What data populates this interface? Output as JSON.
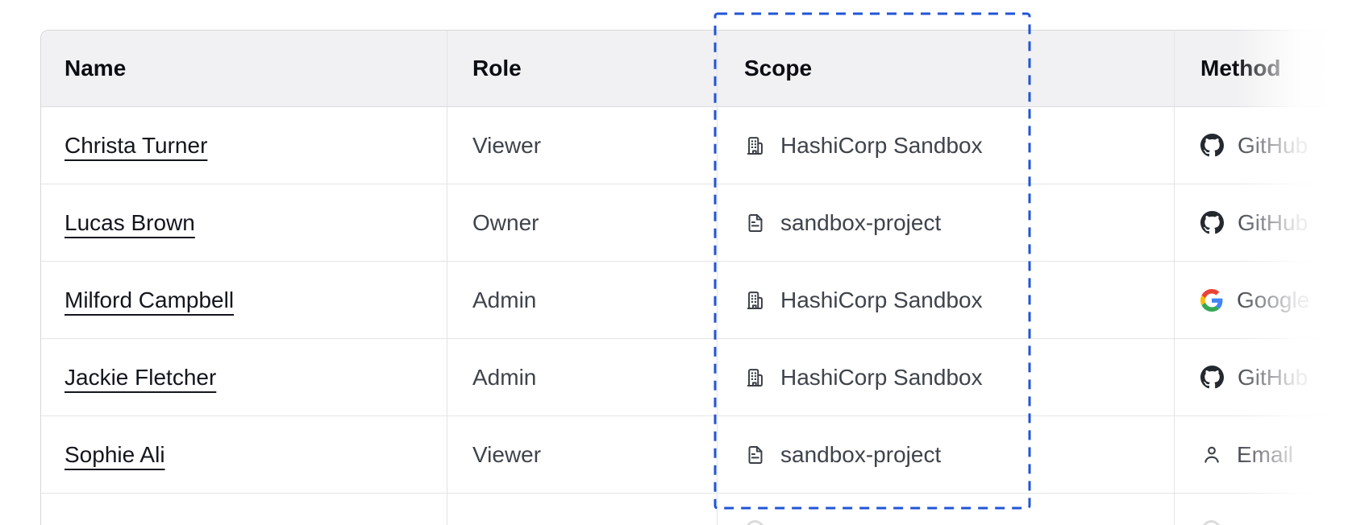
{
  "table": {
    "headers": [
      {
        "id": "name",
        "label": "Name"
      },
      {
        "id": "role",
        "label": "Role"
      },
      {
        "id": "scope",
        "label": "Scope"
      },
      {
        "id": "method",
        "label": "Method"
      }
    ],
    "rows": [
      {
        "name": "Christa Turner",
        "role": "Viewer",
        "scope": {
          "icon": "org-icon",
          "label": "HashiCorp Sandbox"
        },
        "method": {
          "icon": "github-icon",
          "label": "GitHub"
        }
      },
      {
        "name": "Lucas Brown",
        "role": "Owner",
        "scope": {
          "icon": "file-text-icon",
          "label": "sandbox-project"
        },
        "method": {
          "icon": "github-icon",
          "label": "GitHub"
        }
      },
      {
        "name": "Milford Campbell",
        "role": "Admin",
        "scope": {
          "icon": "org-icon",
          "label": "HashiCorp Sandbox"
        },
        "method": {
          "icon": "google-icon",
          "label": "Google"
        }
      },
      {
        "name": "Jackie Fletcher",
        "role": "Admin",
        "scope": {
          "icon": "org-icon",
          "label": "HashiCorp Sandbox"
        },
        "method": {
          "icon": "github-icon",
          "label": "GitHub"
        }
      },
      {
        "name": "Sophie Ali",
        "role": "Viewer",
        "scope": {
          "icon": "file-text-icon",
          "label": "sandbox-project"
        },
        "method": {
          "icon": "person-icon",
          "label": "Email"
        }
      }
    ]
  },
  "annotation": {
    "type": "dashed-highlight-box",
    "target": "scope-column",
    "color": "#2155d6"
  },
  "colors": {
    "header_bg": "#f1f1f3",
    "outer_border": "#d5d7da",
    "row_border": "#e3e4e7",
    "body_text": "#3f434b",
    "link_text": "#14161d",
    "icon": "#3b3f46",
    "github": "#24292f"
  }
}
